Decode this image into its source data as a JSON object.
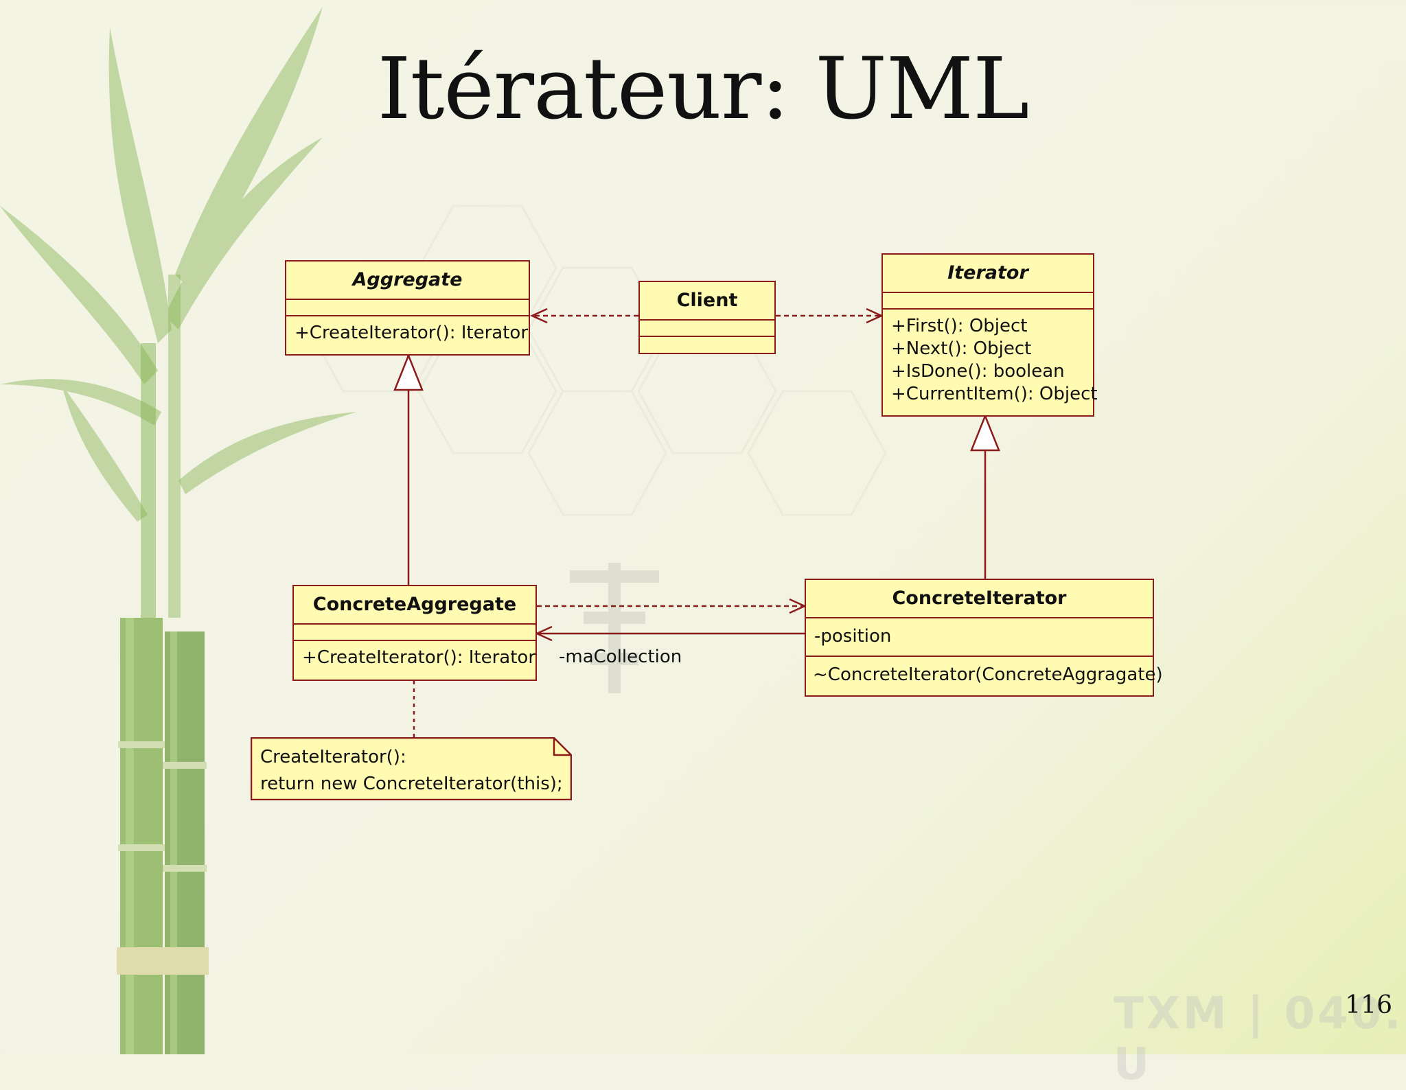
{
  "slide": {
    "title": "Itérateur: UML",
    "page_number": "116",
    "watermark": "TXM | 040. U"
  },
  "classes": {
    "aggregate": {
      "name": "Aggregate",
      "abstract": true,
      "attributes": [],
      "operations": [
        "+CreateIterator(): Iterator"
      ]
    },
    "client": {
      "name": "Client",
      "abstract": false,
      "attributes": [],
      "operations": []
    },
    "iterator": {
      "name": "Iterator",
      "abstract": true,
      "attributes": [],
      "operations": [
        "+First(): Object",
        "+Next(): Object",
        "+IsDone(): boolean",
        "+CurrentItem(): Object"
      ]
    },
    "concrete_aggregate": {
      "name": "ConcreteAggregate",
      "abstract": false,
      "attributes": [],
      "operations": [
        "+CreateIterator(): Iterator"
      ]
    },
    "concrete_iterator": {
      "name": "ConcreteIterator",
      "abstract": false,
      "attributes": [
        "-position"
      ],
      "operations": [
        "~ConcreteIterator(ConcreteAggragate)"
      ]
    }
  },
  "note": {
    "lines": [
      "CreateIterator():",
      "return new ConcreteIterator(this);"
    ]
  },
  "association_label": "-maCollection",
  "colors": {
    "box_fill": "#fffbb2",
    "stroke": "#8b1a1a",
    "text": "#111111"
  }
}
